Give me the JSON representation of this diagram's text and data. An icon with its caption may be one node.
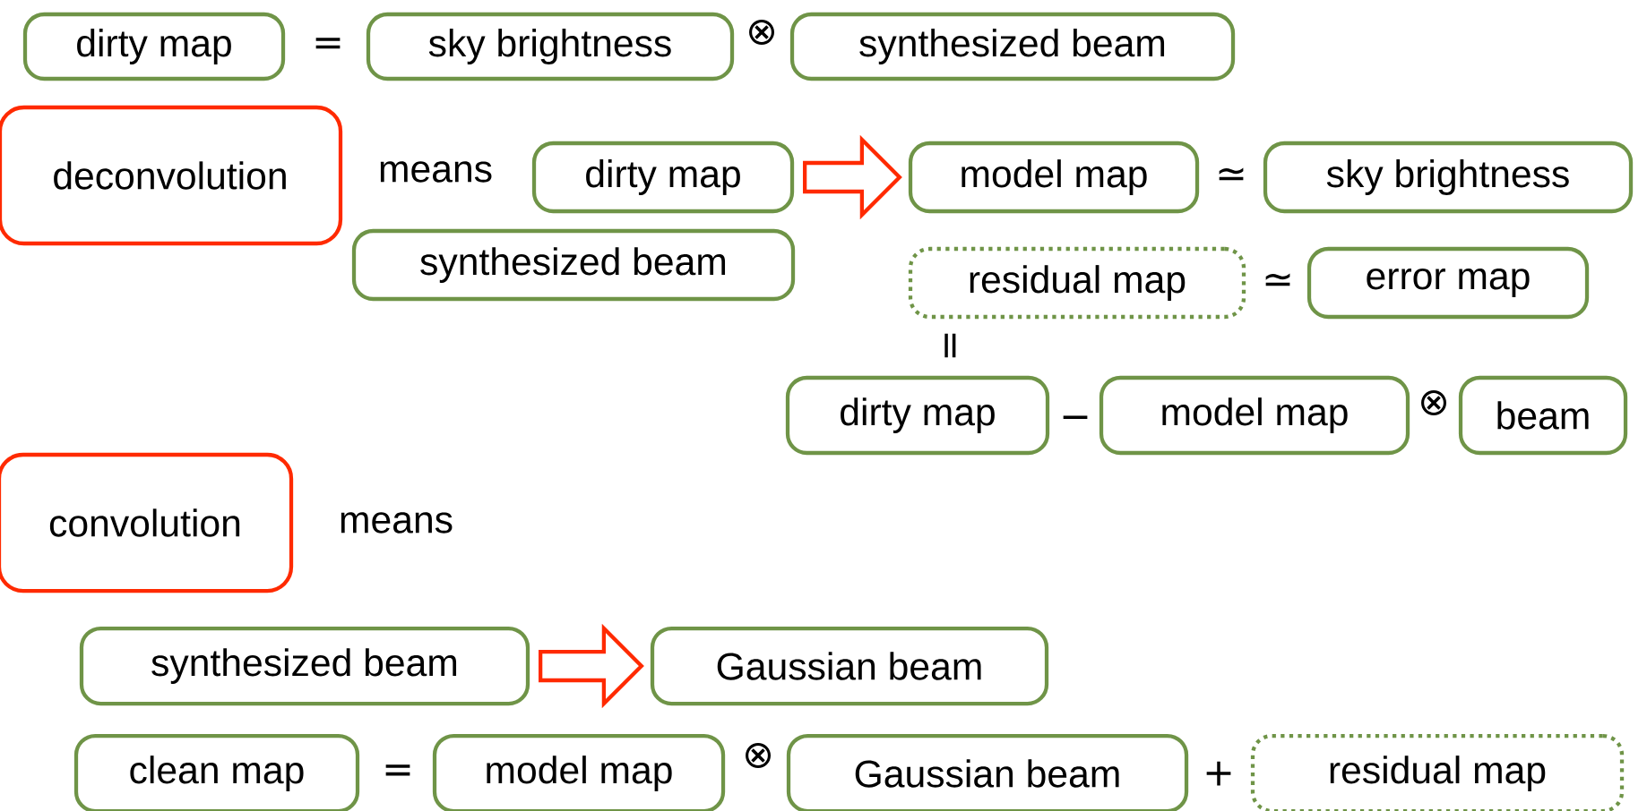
{
  "diagram": {
    "nodes": [
      {
        "text": [
          "dirty map"
        ]
      },
      {
        "text": [
          "sky brightness"
        ]
      },
      {
        "text": [
          "synthesized beam"
        ]
      },
      {
        "text": [
          "deconvolution"
        ]
      },
      {
        "text": [
          "dirty map"
        ]
      },
      {
        "text": [
          "model map"
        ]
      },
      {
        "text": [
          "sky brightness"
        ]
      },
      {
        "text": [
          "synthesized beam"
        ]
      },
      {
        "text": [
          "residual map"
        ]
      },
      {
        "text": [
          "error map"
        ]
      },
      {
        "text": [
          "dirty map"
        ]
      },
      {
        "text": [
          "model map"
        ]
      },
      {
        "text": [
          "beam"
        ]
      },
      {
        "text": [
          "convolution"
        ]
      },
      {
        "text": [
          "synthesized beam"
        ]
      },
      {
        "text": [
          "Gaussian beam"
        ]
      },
      {
        "text": [
          "clean map"
        ]
      },
      {
        "text": [
          "model map"
        ]
      },
      {
        "text": [
          "Gaussian beam"
        ]
      },
      {
        "text": [
          "residual map"
        ]
      }
    ],
    "edges": [
      {
        "from": 4,
        "to": 5,
        "arrow": "to"
      },
      {
        "from": 14,
        "to": 15,
        "arrow": "to"
      }
    ],
    "labels": [
      "=",
      "⊗",
      "means",
      "≃",
      "≃",
      "=",
      "−",
      "⊗",
      "means",
      "=",
      "⊗",
      "+"
    ]
  }
}
